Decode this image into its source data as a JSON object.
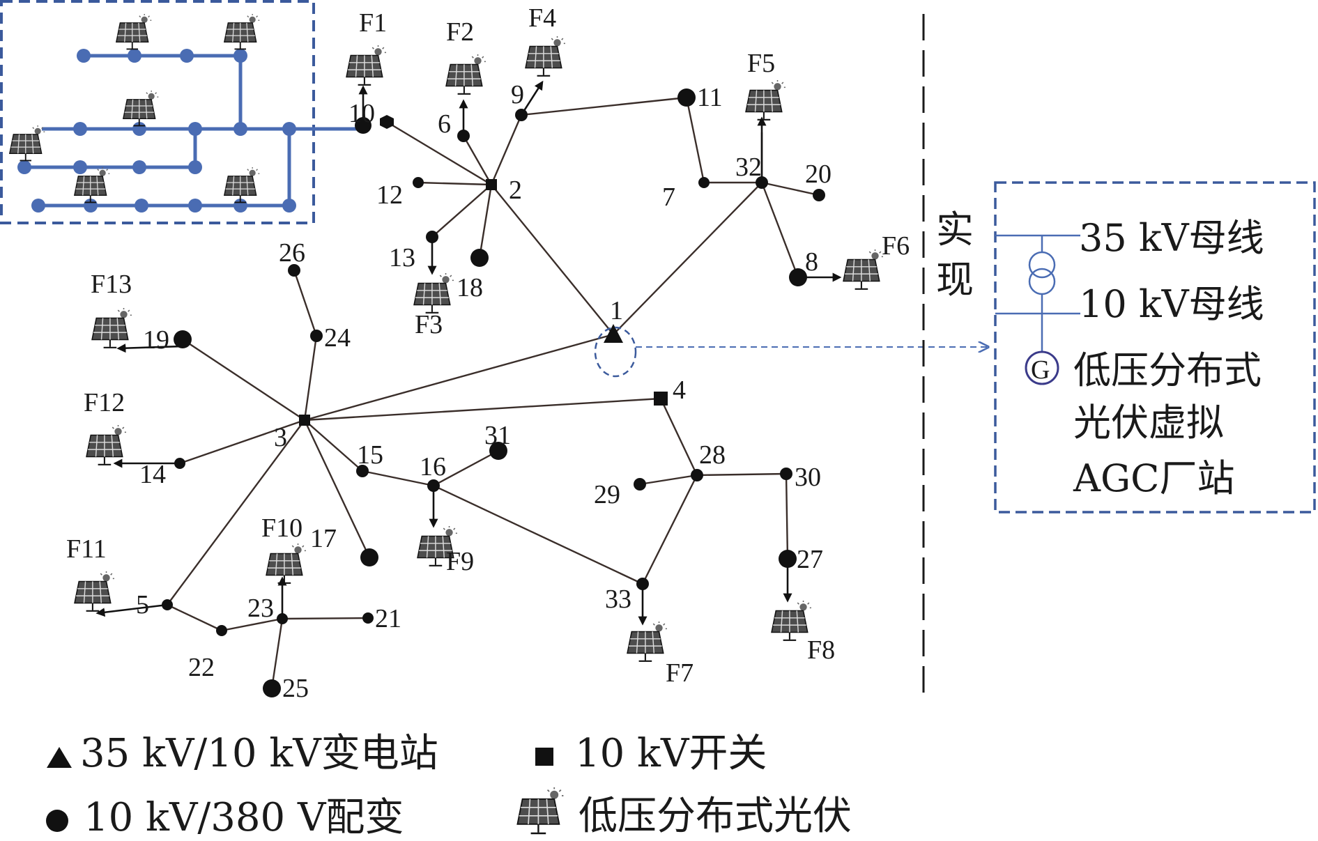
{
  "node_labels": {
    "n1": "1",
    "n2": "2",
    "n3": "3",
    "n4": "4",
    "n5": "5",
    "n6": "6",
    "n7": "7",
    "n8": "8",
    "n9": "9",
    "n10": "10",
    "n11": "11",
    "n12": "12",
    "n13": "13",
    "n14": "14",
    "n15": "15",
    "n16": "16",
    "n17": "17",
    "n18": "18",
    "n19": "19",
    "n20": "20",
    "n21": "21",
    "n22": "22",
    "n23": "23",
    "n24": "24",
    "n25": "25",
    "n26": "26",
    "n27": "27",
    "n28": "28",
    "n29": "29",
    "n30": "30",
    "n31": "31",
    "n32": "32",
    "n33": "33"
  },
  "pv_labels": {
    "F1": "F1",
    "F2": "F2",
    "F3": "F3",
    "F4": "F4",
    "F5": "F5",
    "F6": "F6",
    "F7": "F7",
    "F8": "F8",
    "F9": "F9",
    "F10": "F10",
    "F11": "F11",
    "F12": "F12",
    "F13": "F13"
  },
  "realize_text": [
    "实",
    "现"
  ],
  "virtual_plant": {
    "bus35": "35 kV母线",
    "bus10": "10 kV母线",
    "generator_symbol": "G",
    "plant_lines": [
      "低压分布式",
      "光伏虚拟",
      "AGC厂站"
    ]
  },
  "legend": {
    "substation": "35 kV/10 kV变电站",
    "switch": "10 kV开关",
    "transformer": "10 kV/380 V配变",
    "pv": "低压分布式光伏"
  },
  "colors": {
    "lv_network": "#4a6cb3",
    "dashed_box": "#3b5a9c",
    "network_lines": "#3a2e2a"
  }
}
